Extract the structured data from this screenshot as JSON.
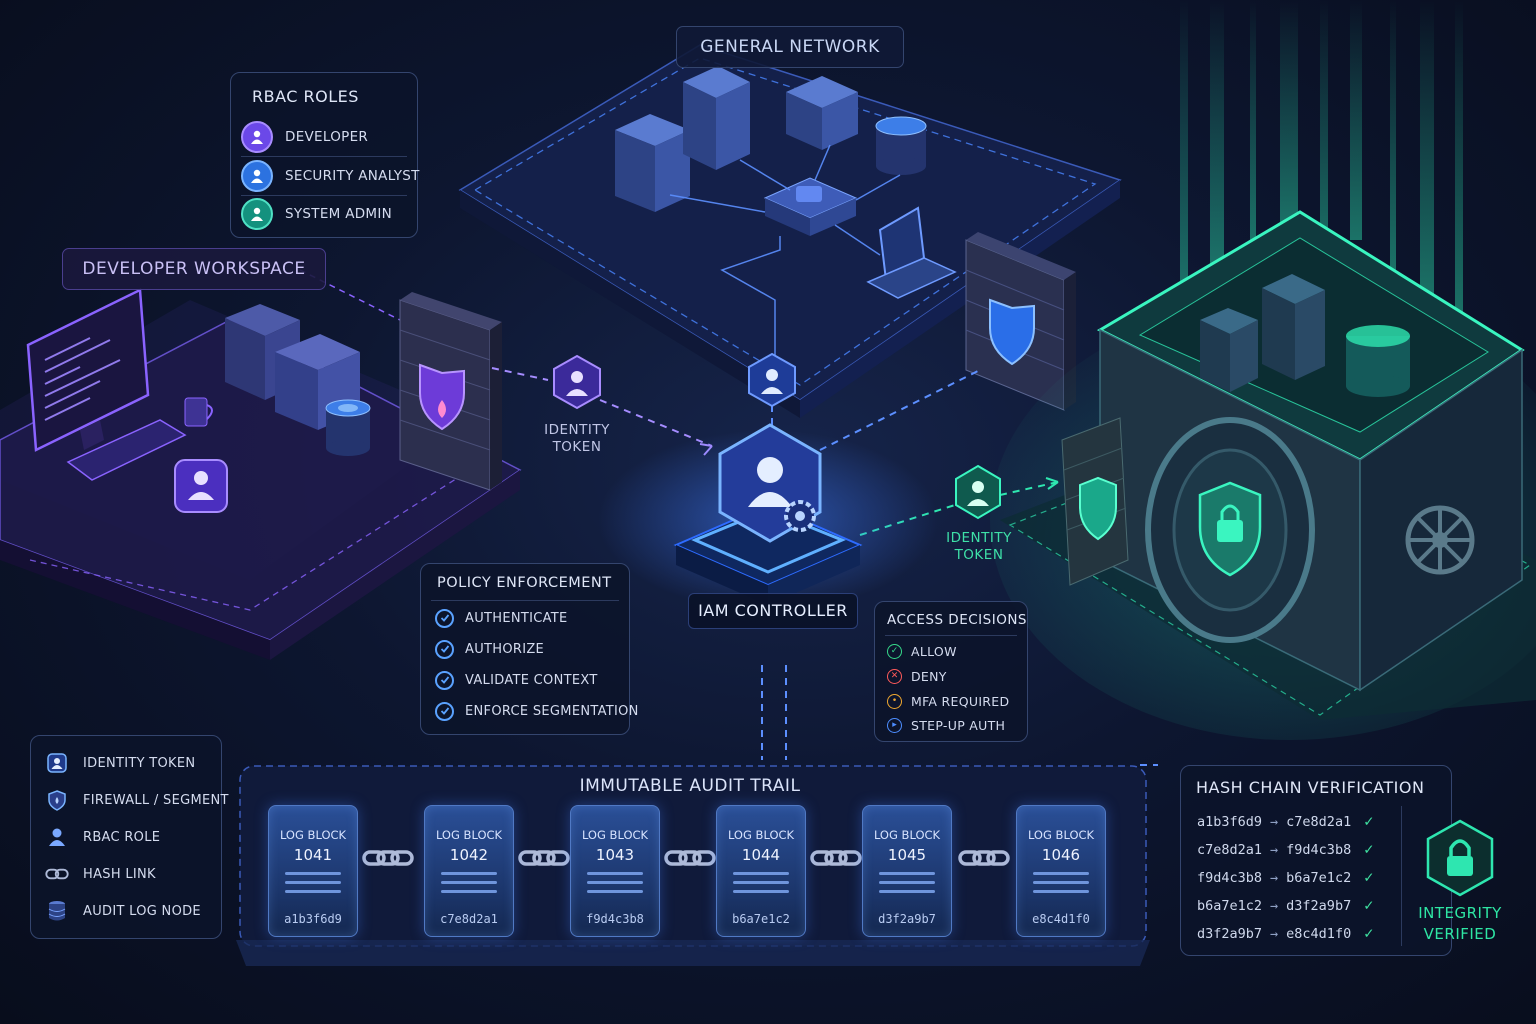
{
  "rbac": {
    "title": "RBAC ROLES",
    "roles": [
      {
        "label": "DEVELOPER",
        "color": "#8a63ff"
      },
      {
        "label": "SECURITY ANALYST",
        "color": "#3c8dff"
      },
      {
        "label": "SYSTEM ADMIN",
        "color": "#1fb8a0"
      }
    ]
  },
  "zones": {
    "developer_workspace": "DEVELOPER WORKSPACE",
    "general_network": "GENERAL NETWORK",
    "iam_controller": "IAM CONTROLLER"
  },
  "tokens": {
    "left_line1": "IDENTITY",
    "left_line2": "TOKEN",
    "right_line1": "IDENTITY",
    "right_line2": "TOKEN"
  },
  "policy": {
    "title": "POLICY ENFORCEMENT",
    "items": [
      "AUTHENTICATE",
      "AUTHORIZE",
      "VALIDATE CONTEXT",
      "ENFORCE SEGMENTATION"
    ]
  },
  "decisions": {
    "title": "ACCESS DECISIONS",
    "items": [
      {
        "label": "ALLOW",
        "color": "#36d98a",
        "glyph": "✓"
      },
      {
        "label": "DENY",
        "color": "#ff5a5a",
        "glyph": "✕"
      },
      {
        "label": "MFA REQUIRED",
        "color": "#f0a830",
        "glyph": "•"
      },
      {
        "label": "STEP-UP AUTH",
        "color": "#4d8dff",
        "glyph": "▸"
      }
    ]
  },
  "legend": {
    "items": [
      {
        "label": "IDENTITY TOKEN",
        "icon": "identity-token-icon"
      },
      {
        "label": "FIREWALL / SEGMENT",
        "icon": "firewall-shield-icon"
      },
      {
        "label": "RBAC ROLE",
        "icon": "person-icon"
      },
      {
        "label": "HASH LINK",
        "icon": "chain-link-icon"
      },
      {
        "label": "AUDIT LOG NODE",
        "icon": "database-icon"
      }
    ]
  },
  "audit": {
    "title": "IMMUTABLE AUDIT TRAIL",
    "blocks": [
      {
        "title": "LOG BLOCK",
        "number": "1041",
        "hash": "a1b3f6d9"
      },
      {
        "title": "LOG BLOCK",
        "number": "1042",
        "hash": "c7e8d2a1"
      },
      {
        "title": "LOG BLOCK",
        "number": "1043",
        "hash": "f9d4c3b8"
      },
      {
        "title": "LOG BLOCK",
        "number": "1044",
        "hash": "b6a7e1c2"
      },
      {
        "title": "LOG BLOCK",
        "number": "1045",
        "hash": "d3f2a9b7"
      },
      {
        "title": "LOG BLOCK",
        "number": "1046",
        "hash": "e8c4d1f0"
      }
    ]
  },
  "hashchain": {
    "title": "HASH CHAIN VERIFICATION",
    "rows": [
      {
        "from": "a1b3f6d9",
        "to": "c7e8d2a1"
      },
      {
        "from": "c7e8d2a1",
        "to": "f9d4c3b8"
      },
      {
        "from": "f9d4c3b8",
        "to": "b6a7e1c2"
      },
      {
        "from": "b6a7e1c2",
        "to": "d3f2a9b7"
      },
      {
        "from": "d3f2a9b7",
        "to": "e8c4d1f0"
      }
    ],
    "arrow": "→",
    "check": "✓",
    "status_line1": "INTEGRITY",
    "status_line2": "VERIFIED"
  },
  "colors": {
    "developer": "#8a63ff",
    "network": "#4a86ff",
    "vault": "#2ee6b0"
  }
}
